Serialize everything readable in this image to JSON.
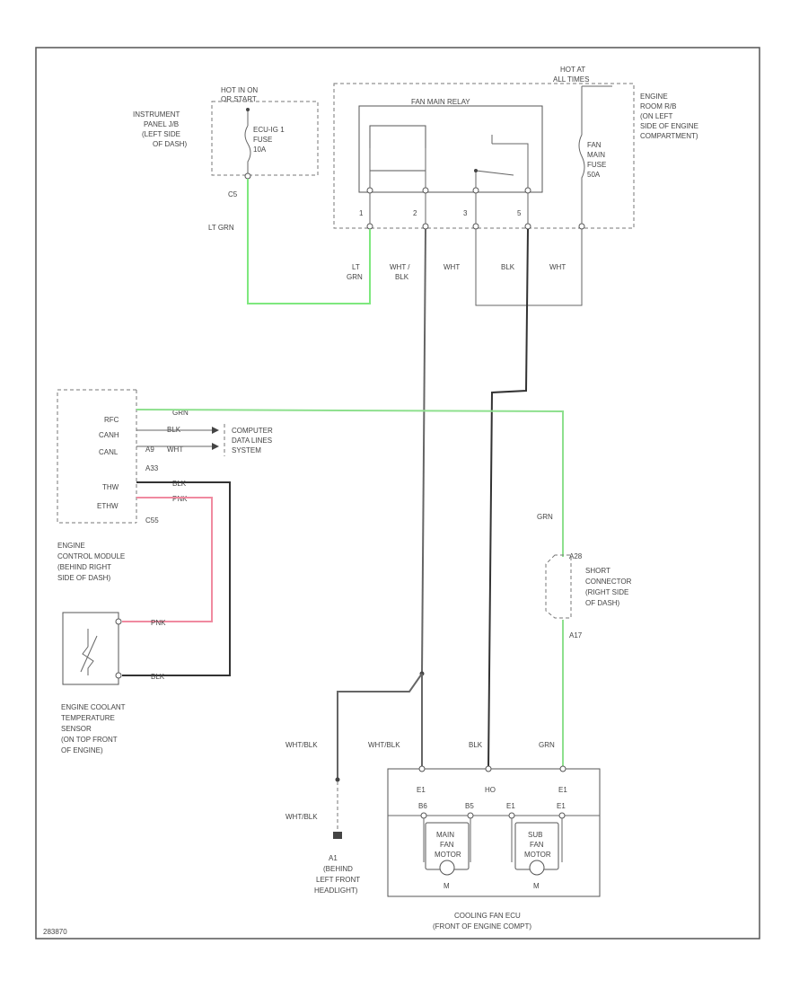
{
  "diagram_id": "283870",
  "colors": {
    "lt_grn": "#7ee87e",
    "grn": "#8ee08e",
    "pnk": "#f08aa0",
    "blk": "#333333",
    "wht_blk": "#666666",
    "frame": "#555555"
  },
  "instrument_panel_jb": {
    "label_lines": [
      "INSTRUMENT",
      "PANEL J/B",
      "(LEFT SIDE",
      "OF DASH)"
    ],
    "hot_lines": [
      "HOT IN ON",
      "OR START"
    ],
    "fuse_lines": [
      "ECU-IG 1",
      "FUSE",
      "10A"
    ],
    "pin": "C5"
  },
  "engine_room_rb": {
    "hot_lines": [
      "HOT AT",
      "ALL TIMES"
    ],
    "label_lines": [
      "ENGINE",
      "ROOM R/B",
      "(ON LEFT",
      "SIDE OF ENGINE",
      "COMPARTMENT)"
    ],
    "relay_label": "FAN MAIN RELAY",
    "fuse_lines": [
      "FAN",
      "MAIN",
      "FUSE",
      "50A"
    ],
    "pins": [
      "1",
      "2",
      "3",
      "5"
    ]
  },
  "wire_labels": {
    "lt_grn_left": "LT GRN",
    "lt_grn_pin1": [
      "LT",
      "GRN"
    ],
    "wht_blk_pin2": [
      "WHT /",
      "BLK"
    ],
    "wht_pin3": "WHT",
    "blk_pin5": "BLK",
    "wht_fuse": "WHT",
    "grn_right": "GRN",
    "wht_blk_ground_1": "WHT/BLK",
    "wht_blk_ground_2": "WHT/BLK",
    "wht_blk_fan": "WHT/BLK",
    "blk_fan": "BLK",
    "grn_fan": "GRN"
  },
  "ecm": {
    "pins": [
      {
        "name": "RFC",
        "pin": "",
        "color": "GRN"
      },
      {
        "name": "CANH",
        "pin": "",
        "color": "BLK"
      },
      {
        "name": "CANL",
        "pin": "A9",
        "color": "WHT"
      },
      {
        "name": "",
        "pin": "A33",
        "color": ""
      },
      {
        "name": "THW",
        "pin": "",
        "color": "BLK"
      },
      {
        "name": "ETHW",
        "pin": "",
        "color": "PNK"
      },
      {
        "name": "",
        "pin": "C55",
        "color": ""
      }
    ],
    "computer_label": [
      "COMPUTER",
      "DATA LINES",
      "SYSTEM"
    ],
    "label_lines": [
      "ENGINE",
      "CONTROL MODULE",
      "(BEHIND RIGHT",
      "SIDE OF DASH)"
    ]
  },
  "ect_sensor": {
    "wire_pnk": "PNK",
    "wire_blk": "BLK",
    "label_lines": [
      "ENGINE COOLANT",
      "TEMPERATURE",
      "SENSOR",
      "(ON TOP FRONT",
      "OF ENGINE)"
    ]
  },
  "short_connector": {
    "pin_top": "A28",
    "pin_bottom": "A17",
    "label_lines": [
      "SHORT",
      "CONNECTOR",
      "(RIGHT SIDE",
      "OF DASH)"
    ]
  },
  "ground": {
    "label_lines": [
      "A1",
      "(BEHIND",
      "LEFT FRONT",
      "HEADLIGHT)"
    ]
  },
  "cooling_fan": {
    "top_pins": [
      "E1",
      "HO",
      "E1"
    ],
    "sub_pins": [
      "B6",
      "B5",
      "E1",
      "E1"
    ],
    "main_fan": [
      "MAIN",
      "FAN",
      "MOTOR"
    ],
    "sub_fan": [
      "SUB",
      "FAN",
      "MOTOR"
    ],
    "motor_symbol": "M",
    "label_lines": [
      "COOLING FAN ECU",
      "(FRONT OF ENGINE COMPT)"
    ]
  }
}
